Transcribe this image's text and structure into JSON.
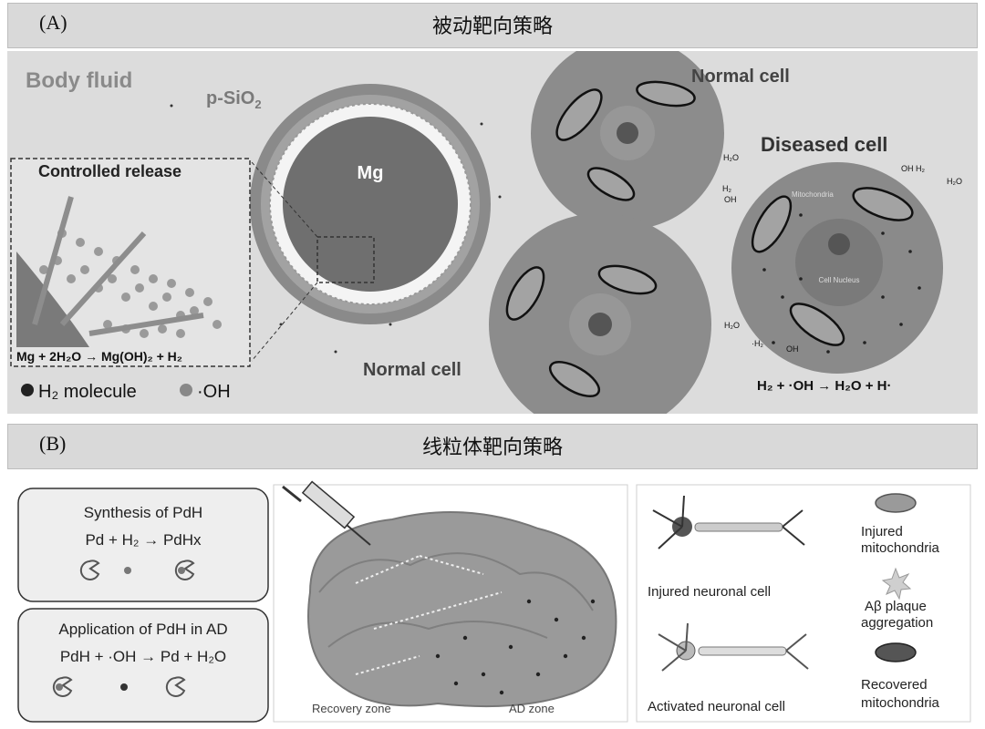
{
  "panel_a": {
    "tag": "(A)",
    "title": "被动靶向策略",
    "body_fluid": "Body fluid",
    "p_sio2": "p-SiO",
    "p_sio2_sub": "2",
    "mg": "Mg",
    "controlled_release": "Controlled release",
    "reaction_mg": "Mg + 2H₂O → Mg(OH)₂ + H₂",
    "legend_h2": "H₂ molecule",
    "legend_oh": "·OH",
    "normal_cell_top": "Normal cell",
    "normal_cell_bottom": "Normal cell",
    "diseased_cell": "Diseased cell",
    "mitochondria_label": "Mitochondria",
    "cell_nucleus": "Cell Nucleus",
    "h2o_1": "H₂O",
    "h2_oh_1": "H₂",
    "oh_1": "OH",
    "oh_h2": "OH  H₂",
    "h2o_2": "H₂O",
    "h2o_3": "H₂O",
    "h2_3": "·H₂",
    "oh_3": "OH",
    "reaction_oh": "H₂ + ·OH → H₂O + H·"
  },
  "panel_b": {
    "tag": "(B)",
    "title": "线粒体靶向策略",
    "synthesis_title": "Synthesis of PdH",
    "synthesis_eq": "Pd + H₂ → PdHx",
    "application_title": "Application of PdH in AD",
    "application_eq": "PdH + ·OH → Pd + H₂O",
    "recovery_zone": "Recovery zone",
    "ad_zone": "AD zone",
    "injured_neuronal_cell": "Injured neuronal cell",
    "activated_neuronal_cell": "Activated neuronal cell",
    "injured_mito_1": "Injured",
    "injured_mito_2": "mitochondria",
    "plaque_1": "Aβ plaque",
    "plaque_2": "aggregation",
    "recovered_mito_1": "Recovered",
    "recovered_mito_2": "mitochondria"
  }
}
